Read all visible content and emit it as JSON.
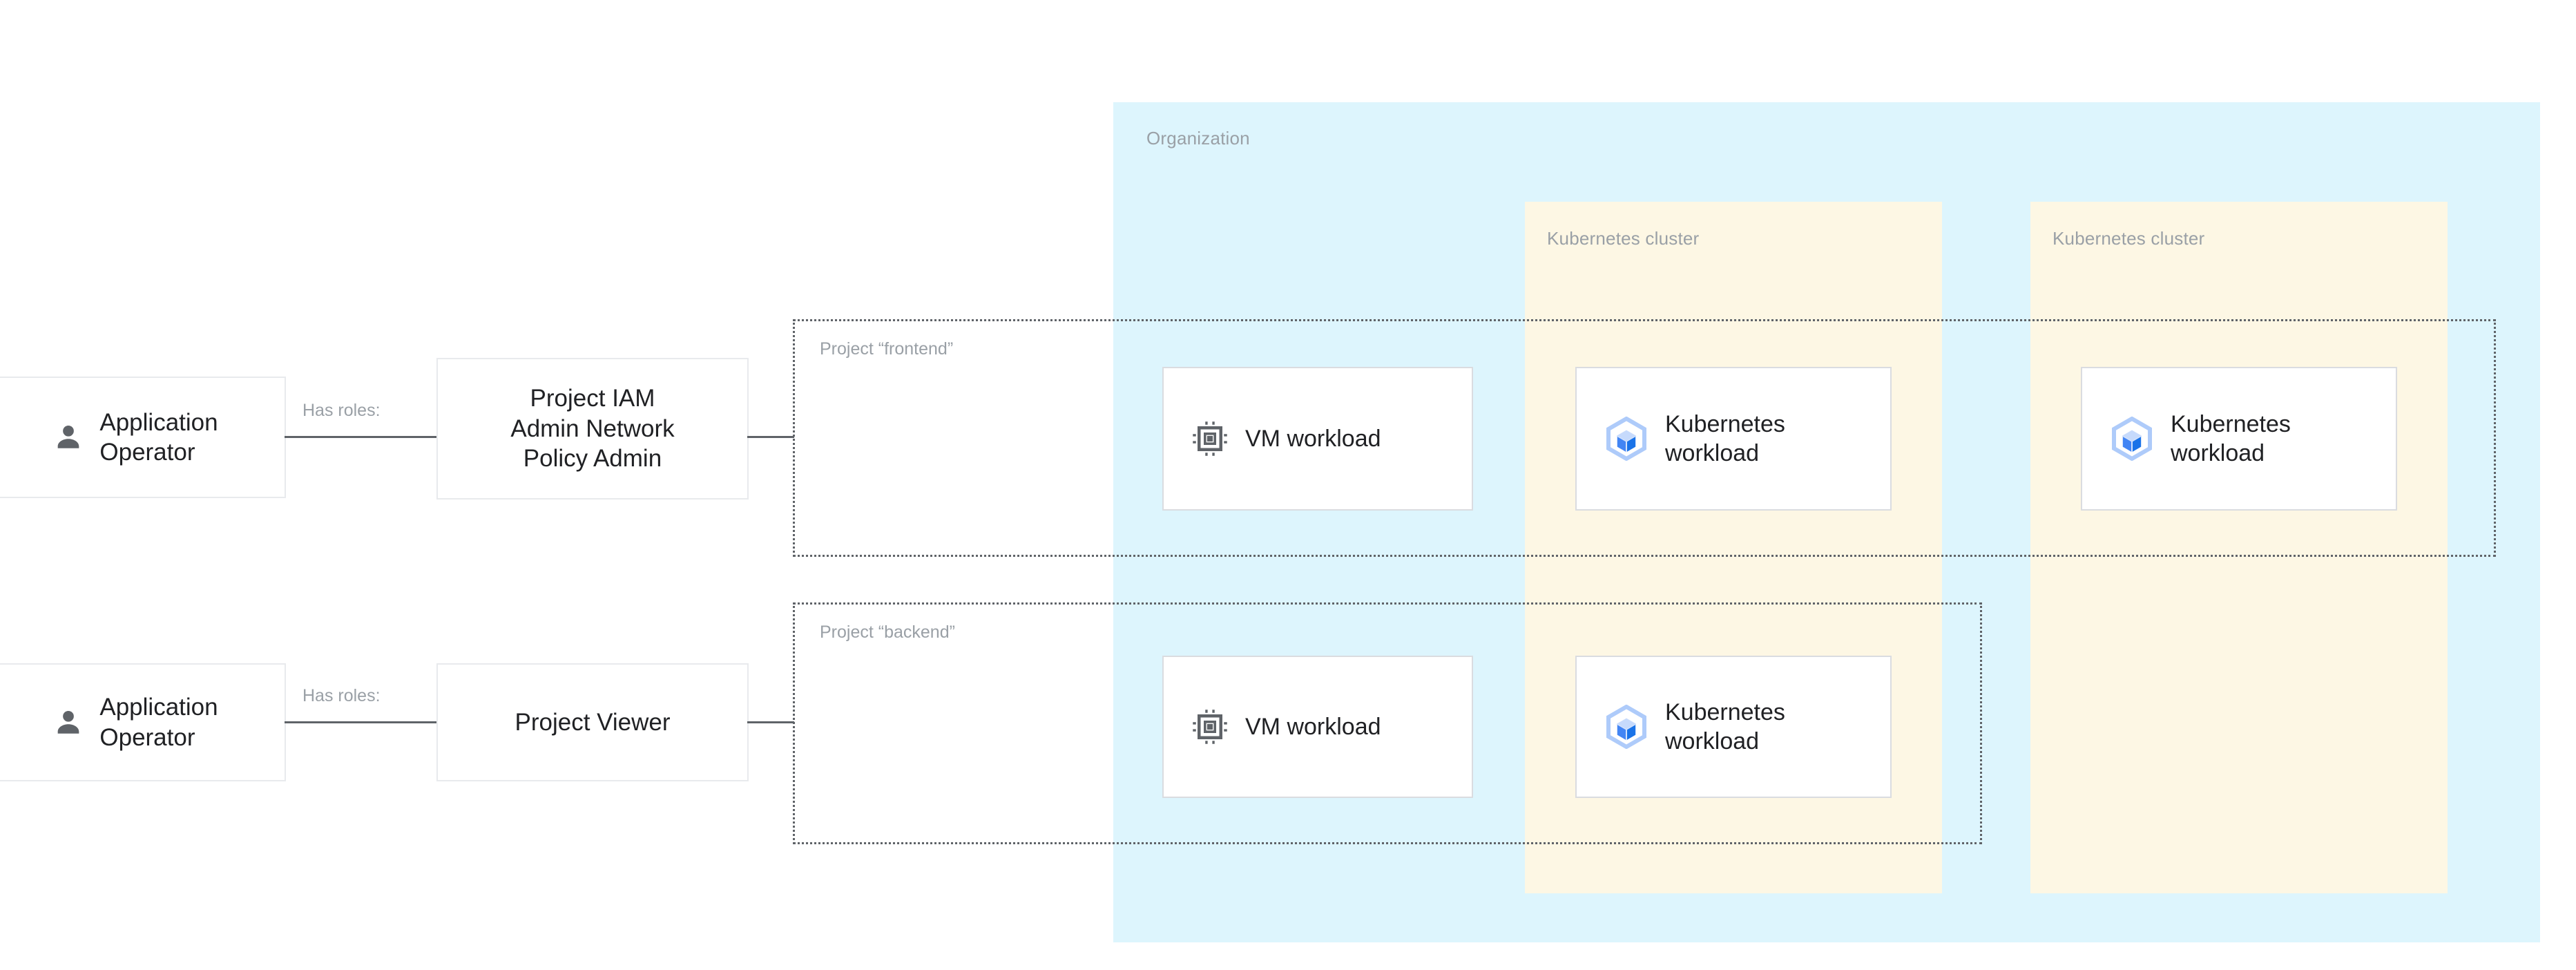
{
  "diagram": {
    "organization": {
      "label": "Organization",
      "bg_color": "#ddf5fd"
    },
    "clusters": [
      {
        "label": "Kubernetes cluster",
        "bg_color": "#fdf7e4"
      },
      {
        "label": "Kubernetes cluster",
        "bg_color": "#fdf7e4"
      }
    ],
    "projects": [
      {
        "label": "Project “frontend”"
      },
      {
        "label": "Project “backend”"
      }
    ],
    "rows": [
      {
        "actor": {
          "label": "Application\nOperator",
          "icon": "person-icon"
        },
        "edge_label": "Has roles:",
        "role": {
          "label": "Project IAM\nAdmin Network\nPolicy Admin"
        }
      },
      {
        "actor": {
          "label": "Application\nOperator",
          "icon": "person-icon"
        },
        "edge_label": "Has roles:",
        "role": {
          "label": "Project Viewer"
        }
      }
    ],
    "workloads": {
      "frontend_vm": {
        "label": "VM workload",
        "icon": "cpu-chip-icon"
      },
      "frontend_k8s_cluster1": {
        "label": "Kubernetes\nworkload",
        "icon": "kubernetes-icon"
      },
      "frontend_k8s_cluster2": {
        "label": "Kubernetes\nworkload",
        "icon": "kubernetes-icon"
      },
      "backend_vm": {
        "label": "VM workload",
        "icon": "cpu-chip-icon"
      },
      "backend_k8s_cluster1": {
        "label": "Kubernetes\nworkload",
        "icon": "kubernetes-icon"
      }
    },
    "colors": {
      "organization_bg": "#ddf5fd",
      "cluster_bg": "#fdf7e4",
      "card_border": "#dadce0",
      "muted_text": "#9aa0a6",
      "body_text": "#202124",
      "connector": "#5f6368",
      "kubernetes_blue": "#4285f4",
      "kubernetes_light_blue": "#aecbfa",
      "icon_gray": "#5f6368"
    }
  }
}
